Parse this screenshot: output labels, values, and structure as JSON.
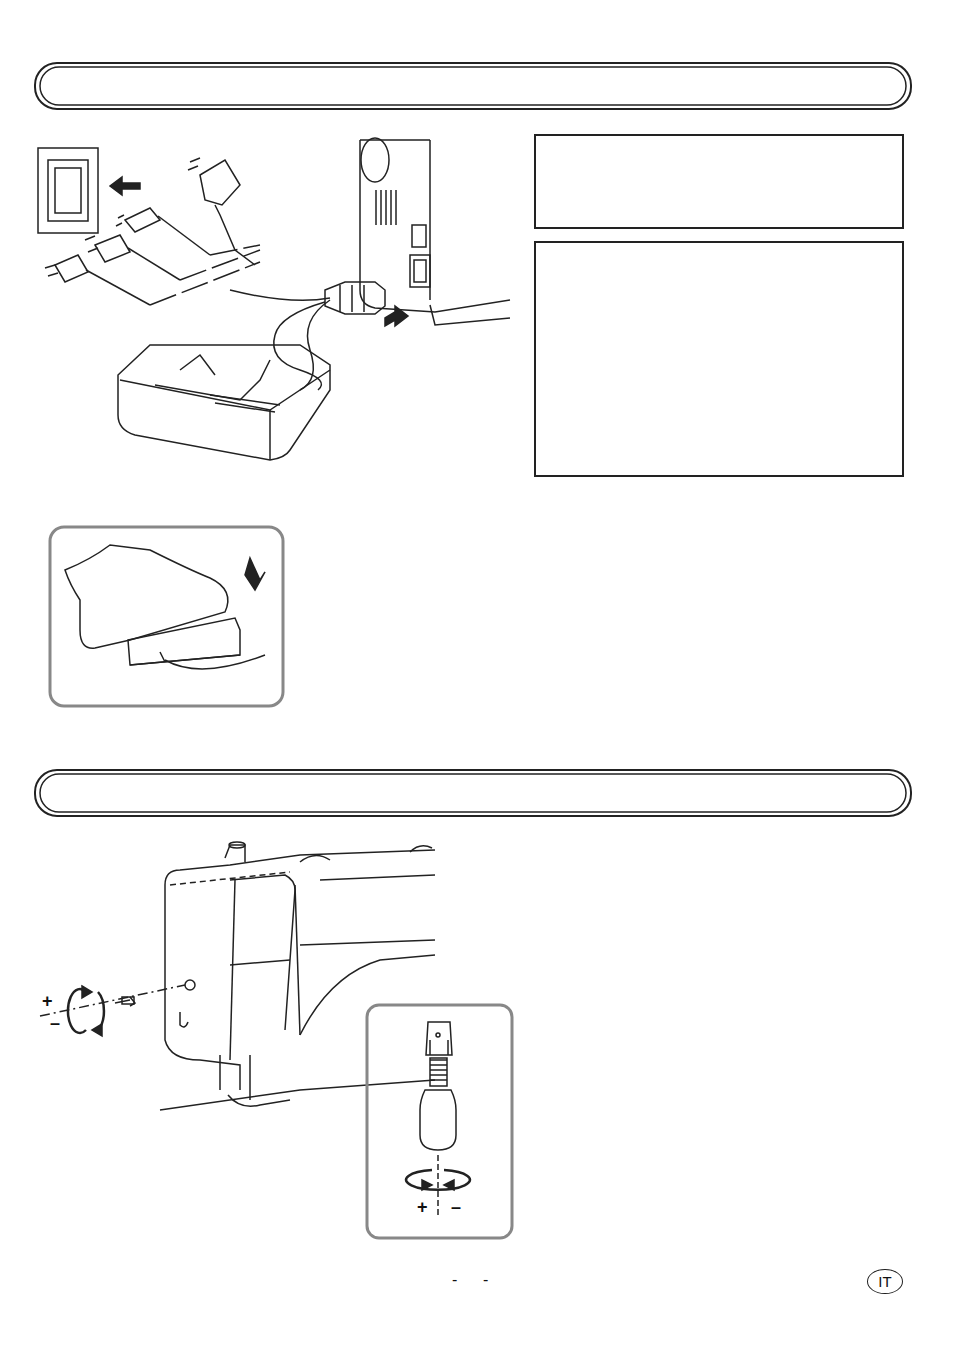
{
  "diagram": {
    "nodes": [
      {
        "text": [
          "IT"
        ]
      }
    ],
    "labels": [
      "+",
      "–",
      "+",
      "–",
      "-",
      "-"
    ]
  }
}
